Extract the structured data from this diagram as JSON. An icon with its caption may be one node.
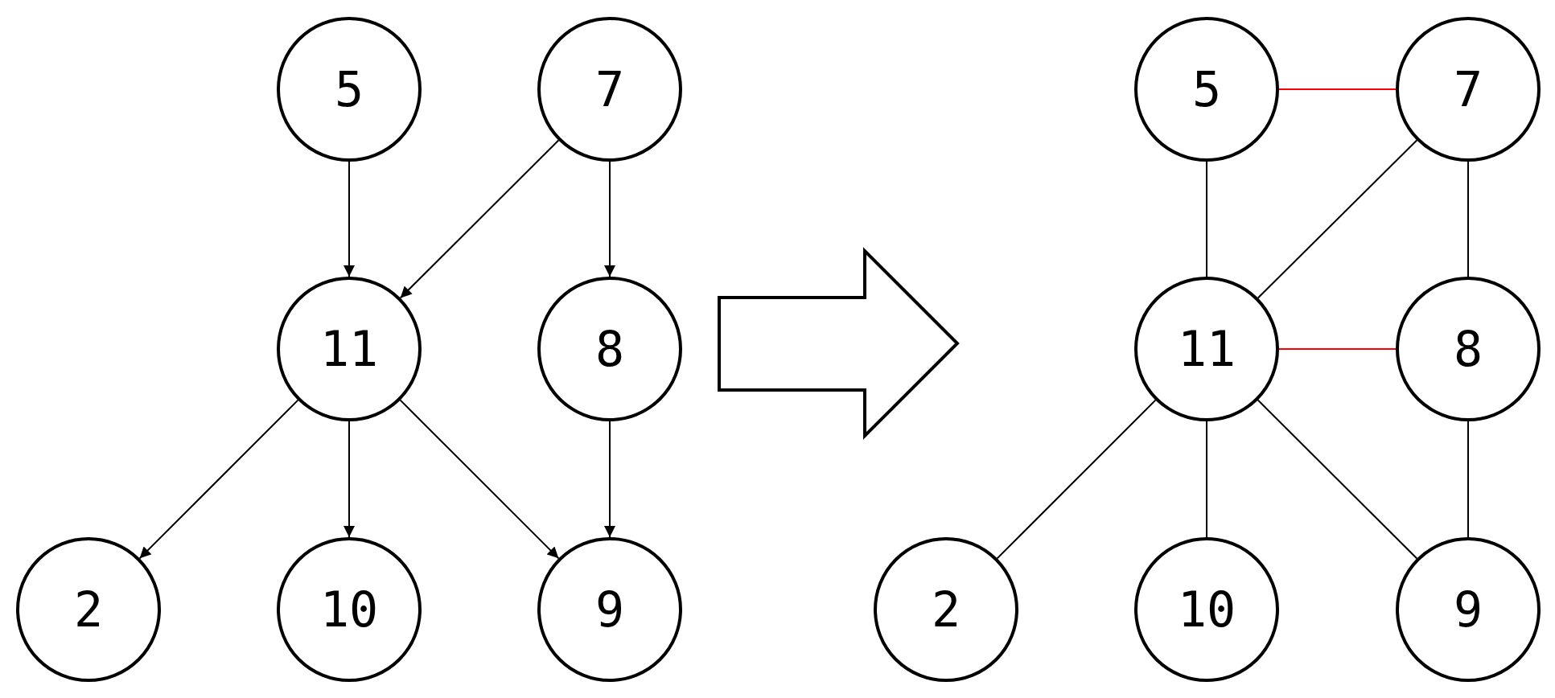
{
  "diagram": {
    "nodes": [
      {
        "text": [
          "5"
        ]
      },
      {
        "text": [
          "7"
        ]
      },
      {
        "text": [
          "11"
        ]
      },
      {
        "text": [
          "8"
        ]
      },
      {
        "text": [
          "2"
        ]
      },
      {
        "text": [
          "10"
        ]
      },
      {
        "text": [
          "9"
        ]
      },
      {
        "text": [
          "5"
        ]
      },
      {
        "text": [
          "7"
        ]
      },
      {
        "text": [
          "11"
        ]
      },
      {
        "text": [
          "8"
        ]
      },
      {
        "text": [
          "2"
        ]
      },
      {
        "text": [
          "10"
        ]
      },
      {
        "text": [
          "9"
        ]
      }
    ],
    "edges": [
      {
        "from": 0,
        "to": 2,
        "arrow": "to"
      },
      {
        "from": 1,
        "to": 2,
        "arrow": "to"
      },
      {
        "from": 1,
        "to": 3,
        "arrow": "to"
      },
      {
        "from": 2,
        "to": 4,
        "arrow": "to"
      },
      {
        "from": 2,
        "to": 5,
        "arrow": "to"
      },
      {
        "from": 2,
        "to": 6,
        "arrow": "to"
      },
      {
        "from": 3,
        "to": 6,
        "arrow": "to"
      },
      {
        "from": 7,
        "to": 8,
        "arrow": "none",
        "color": "#ff0000"
      },
      {
        "from": 7,
        "to": 9,
        "arrow": "none"
      },
      {
        "from": 8,
        "to": 9,
        "arrow": "none"
      },
      {
        "from": 8,
        "to": 10,
        "arrow": "none"
      },
      {
        "from": 9,
        "to": 10,
        "arrow": "none",
        "color": "#ff0000"
      },
      {
        "from": 9,
        "to": 11,
        "arrow": "none"
      },
      {
        "from": 9,
        "to": 12,
        "arrow": "none"
      },
      {
        "from": 9,
        "to": 13,
        "arrow": "none"
      },
      {
        "from": 10,
        "to": 13,
        "arrow": "none"
      }
    ]
  }
}
